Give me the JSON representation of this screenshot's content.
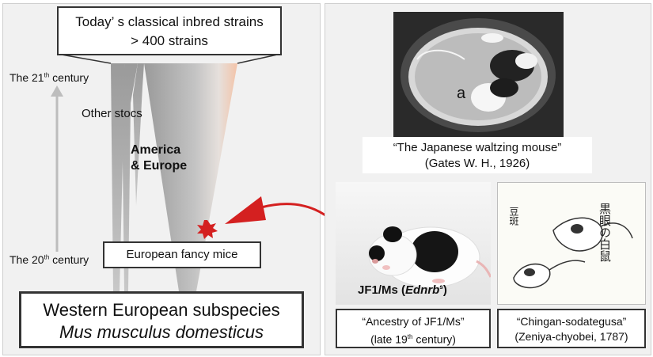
{
  "left": {
    "top_box": {
      "line1": "Today’ s classical inbred strains",
      "line2": "> 400 strains"
    },
    "century_21": {
      "prefix": "The 21",
      "sup": "th",
      "suffix": " century"
    },
    "century_20": {
      "prefix": "The 20",
      "sup": "th",
      "suffix": " century"
    },
    "other_stocs": "Other stocs",
    "america_europe": {
      "line1": "America",
      "line2": "& Europe"
    },
    "fancy_mice": "European fancy mice",
    "subspecies": {
      "line1": "Western European subspecies",
      "line2": "Mus musculus domesticus"
    }
  },
  "right": {
    "waltzing_caption": {
      "line1": "“The Japanese waltzing mouse”",
      "line2": "(Gates W. H., 1926)"
    },
    "photo_label": "a",
    "jf1_label": {
      "prefix": "JF1/Ms (",
      "gene": "Ednrb",
      "sup": "s",
      "suffix": ")"
    },
    "ancestry_box": {
      "line1": "“Ancestry of JF1/Ms”",
      "line2_prefix": "(late 19",
      "line2_sup": "th",
      "line2_suffix": " century)"
    },
    "chingan_box": {
      "line1": "“Chingan-sodategusa”",
      "line2": "(Zeniya-chyobei, 1787)"
    }
  },
  "colors": {
    "panel_bg": "#f1f1f1",
    "arrow_red": "#d42020",
    "cone_gray": "#9a9a9a",
    "cone_peach": "#f3c3a8",
    "century_arrow": "#bdbdbd"
  },
  "icons": [
    "up-arrow-icon",
    "red-burst-icon",
    "red-curved-arrow-icon"
  ]
}
